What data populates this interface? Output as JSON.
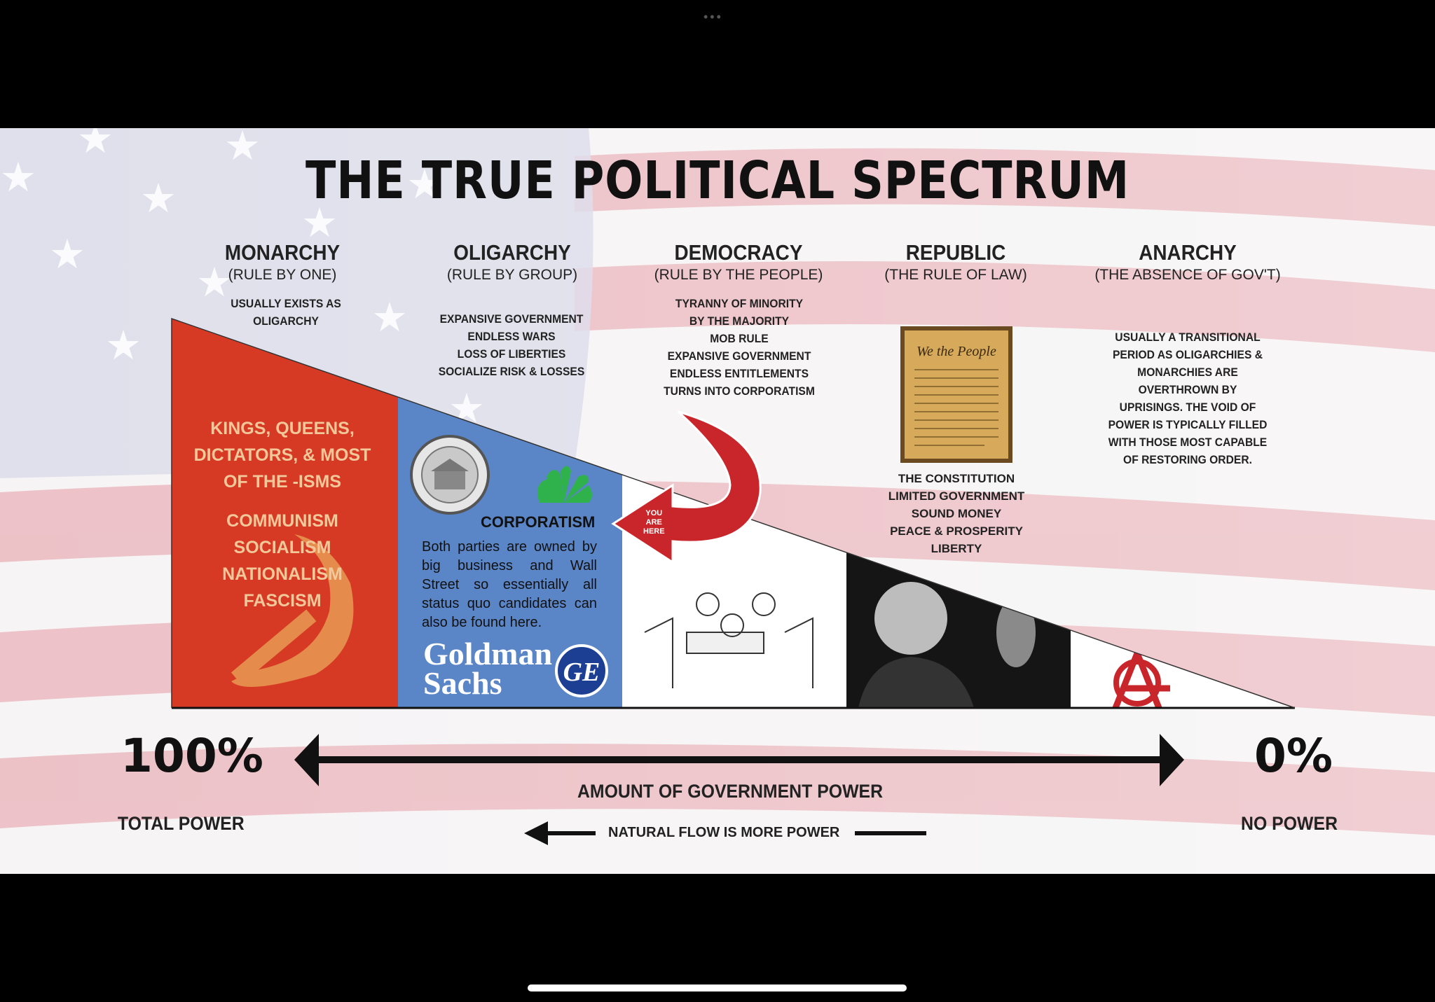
{
  "window": {
    "dots": "•••",
    "side_chevron": "›"
  },
  "title": "THE TRUE POLITICAL SPECTRUM",
  "columns": [
    {
      "name": "MONARCHY",
      "sub": "(RULE BY ONE)"
    },
    {
      "name": "OLIGARCHY",
      "sub": "(RULE BY GROUP)"
    },
    {
      "name": "DEMOCRACY",
      "sub": "(RULE BY THE PEOPLE)"
    },
    {
      "name": "REPUBLIC",
      "sub": "(THE RULE OF LAW)"
    },
    {
      "name": "ANARCHY",
      "sub": "(THE ABSENCE OF GOV'T)"
    }
  ],
  "notes": {
    "monarchy": [
      "USUALLY EXISTS AS",
      "OLIGARCHY"
    ],
    "oligarchy": [
      "EXPANSIVE GOVERNMENT",
      "ENDLESS WARS",
      "LOSS OF LIBERTIES",
      "SOCIALIZE RISK & LOSSES"
    ],
    "democracy": [
      "TYRANNY OF MINORITY",
      "BY THE MAJORITY",
      "MOB RULE",
      "EXPANSIVE GOVERNMENT",
      "ENDLESS ENTITLEMENTS",
      "TURNS INTO CORPORATISM"
    ],
    "anarchy": [
      "USUALLY A TRANSITIONAL",
      "PERIOD AS OLIGARCHIES &",
      "MONARCHIES ARE",
      "OVERTHROWN BY",
      "UPRISINGS. THE VOID OF",
      "POWER IS TYPICALLY FILLED",
      "WITH THOSE MOST CAPABLE",
      "OF RESTORING ORDER."
    ]
  },
  "monarchy_block": [
    "KINGS, QUEENS,",
    "DICTATORS, & MOST",
    "OF THE -ISMS",
    "",
    "COMMUNISM",
    "SOCIALISM",
    "NATIONALISM",
    "FASCISM"
  ],
  "corporatism": {
    "title": "CORPORATISM",
    "body": "Both parties are owned by big business and Wall Street so essentially all status quo candidates can also be found here.",
    "brand_line1": "Goldman",
    "brand_line2": "Sachs",
    "ge_logo": "GE"
  },
  "you_are_here": [
    "YOU",
    "ARE",
    "HERE"
  ],
  "constitution": {
    "doc_heading": "We the People",
    "items": [
      "THE CONSTITUTION",
      "LIMITED GOVERNMENT",
      "SOUND  MONEY",
      "PEACE & PROSPERITY",
      "LIBERTY"
    ]
  },
  "axis": {
    "left_pct": "100%",
    "left_label": "TOTAL POWER",
    "right_pct": "0%",
    "right_label": "NO POWER",
    "center_label": "AMOUNT OF GOVERNMENT POWER",
    "flow_label": "NATURAL FLOW IS MORE POWER"
  },
  "colors": {
    "monarchy": "#d63a24",
    "oligarchy": "#5a86c8",
    "stripe": "#e8b3b8",
    "arrow_red": "#c8262a"
  }
}
